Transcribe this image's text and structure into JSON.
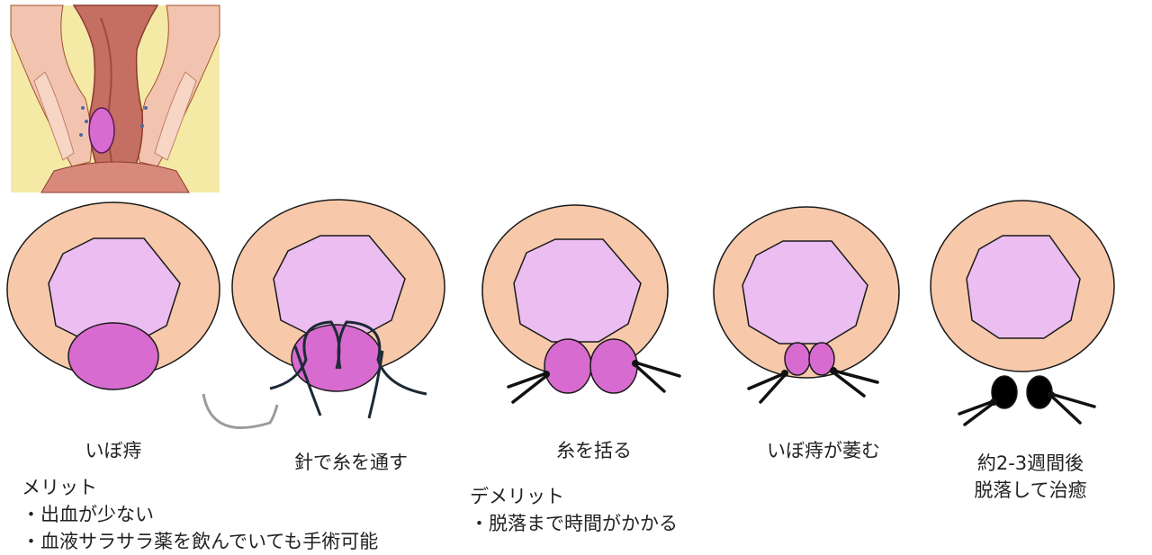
{
  "colors": {
    "skin": "#f7c9aa",
    "lumen": "#ebbdf0",
    "hemorrhoid": "#d86bcf",
    "outline": "#1a1a1a",
    "thread": "#1c2a36",
    "needle": "#9b9b9b",
    "fat": "#f4eaa6",
    "muscle": "#f2c4b0",
    "mucosa": "#c56e62"
  },
  "steps": [
    {
      "caption": "いぼ痔"
    },
    {
      "caption": "針で糸を通す"
    },
    {
      "caption": "糸を括る"
    },
    {
      "caption": "いぼ痔が萎む"
    },
    {
      "caption_line1": "約2-3週間後",
      "caption_line2": "脱落して治癒"
    }
  ],
  "merits": {
    "heading": "メリット",
    "items": [
      "・出血が少ない",
      "・血液サラサラ薬を飲んでいても手術可能"
    ]
  },
  "demerits": {
    "heading": "デメリット",
    "items": [
      "・脱落まで時間がかかる"
    ]
  }
}
